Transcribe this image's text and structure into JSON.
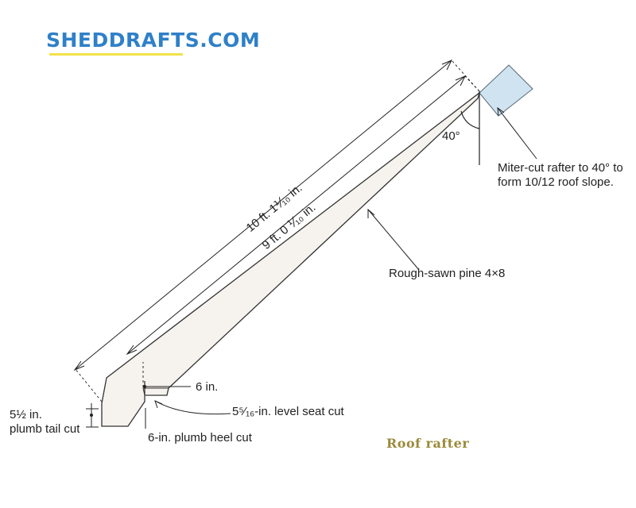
{
  "brand": {
    "logo_text": "SHEDDRAFTS.COM"
  },
  "caption": "Roof rafter",
  "dimensions": {
    "overall_length": "10 ft. 1⅟₁₀ in.",
    "seat_length": "9 ft. 0 ⅟₁₀ in.",
    "miter_angle": "40°"
  },
  "callouts": {
    "miter_note_line1": "Miter-cut rafter to 40° to",
    "miter_note_line2": "form 10/12 roof slope.",
    "material": "Rough-sawn pine 4×8",
    "six_in": "6 in.",
    "level_seat_cut": "5⁵⁄₁₆-in. level seat cut",
    "tail_cut_line1": "5½ in.",
    "tail_cut_line2": "plumb tail cut",
    "heel_cut": "6-in. plumb heel cut"
  },
  "colors": {
    "rafter_fill": "#f6f3ee",
    "miter_fill": "#cfe3f1",
    "logo": "#2f80c8",
    "caption": "#9a8a3a"
  }
}
